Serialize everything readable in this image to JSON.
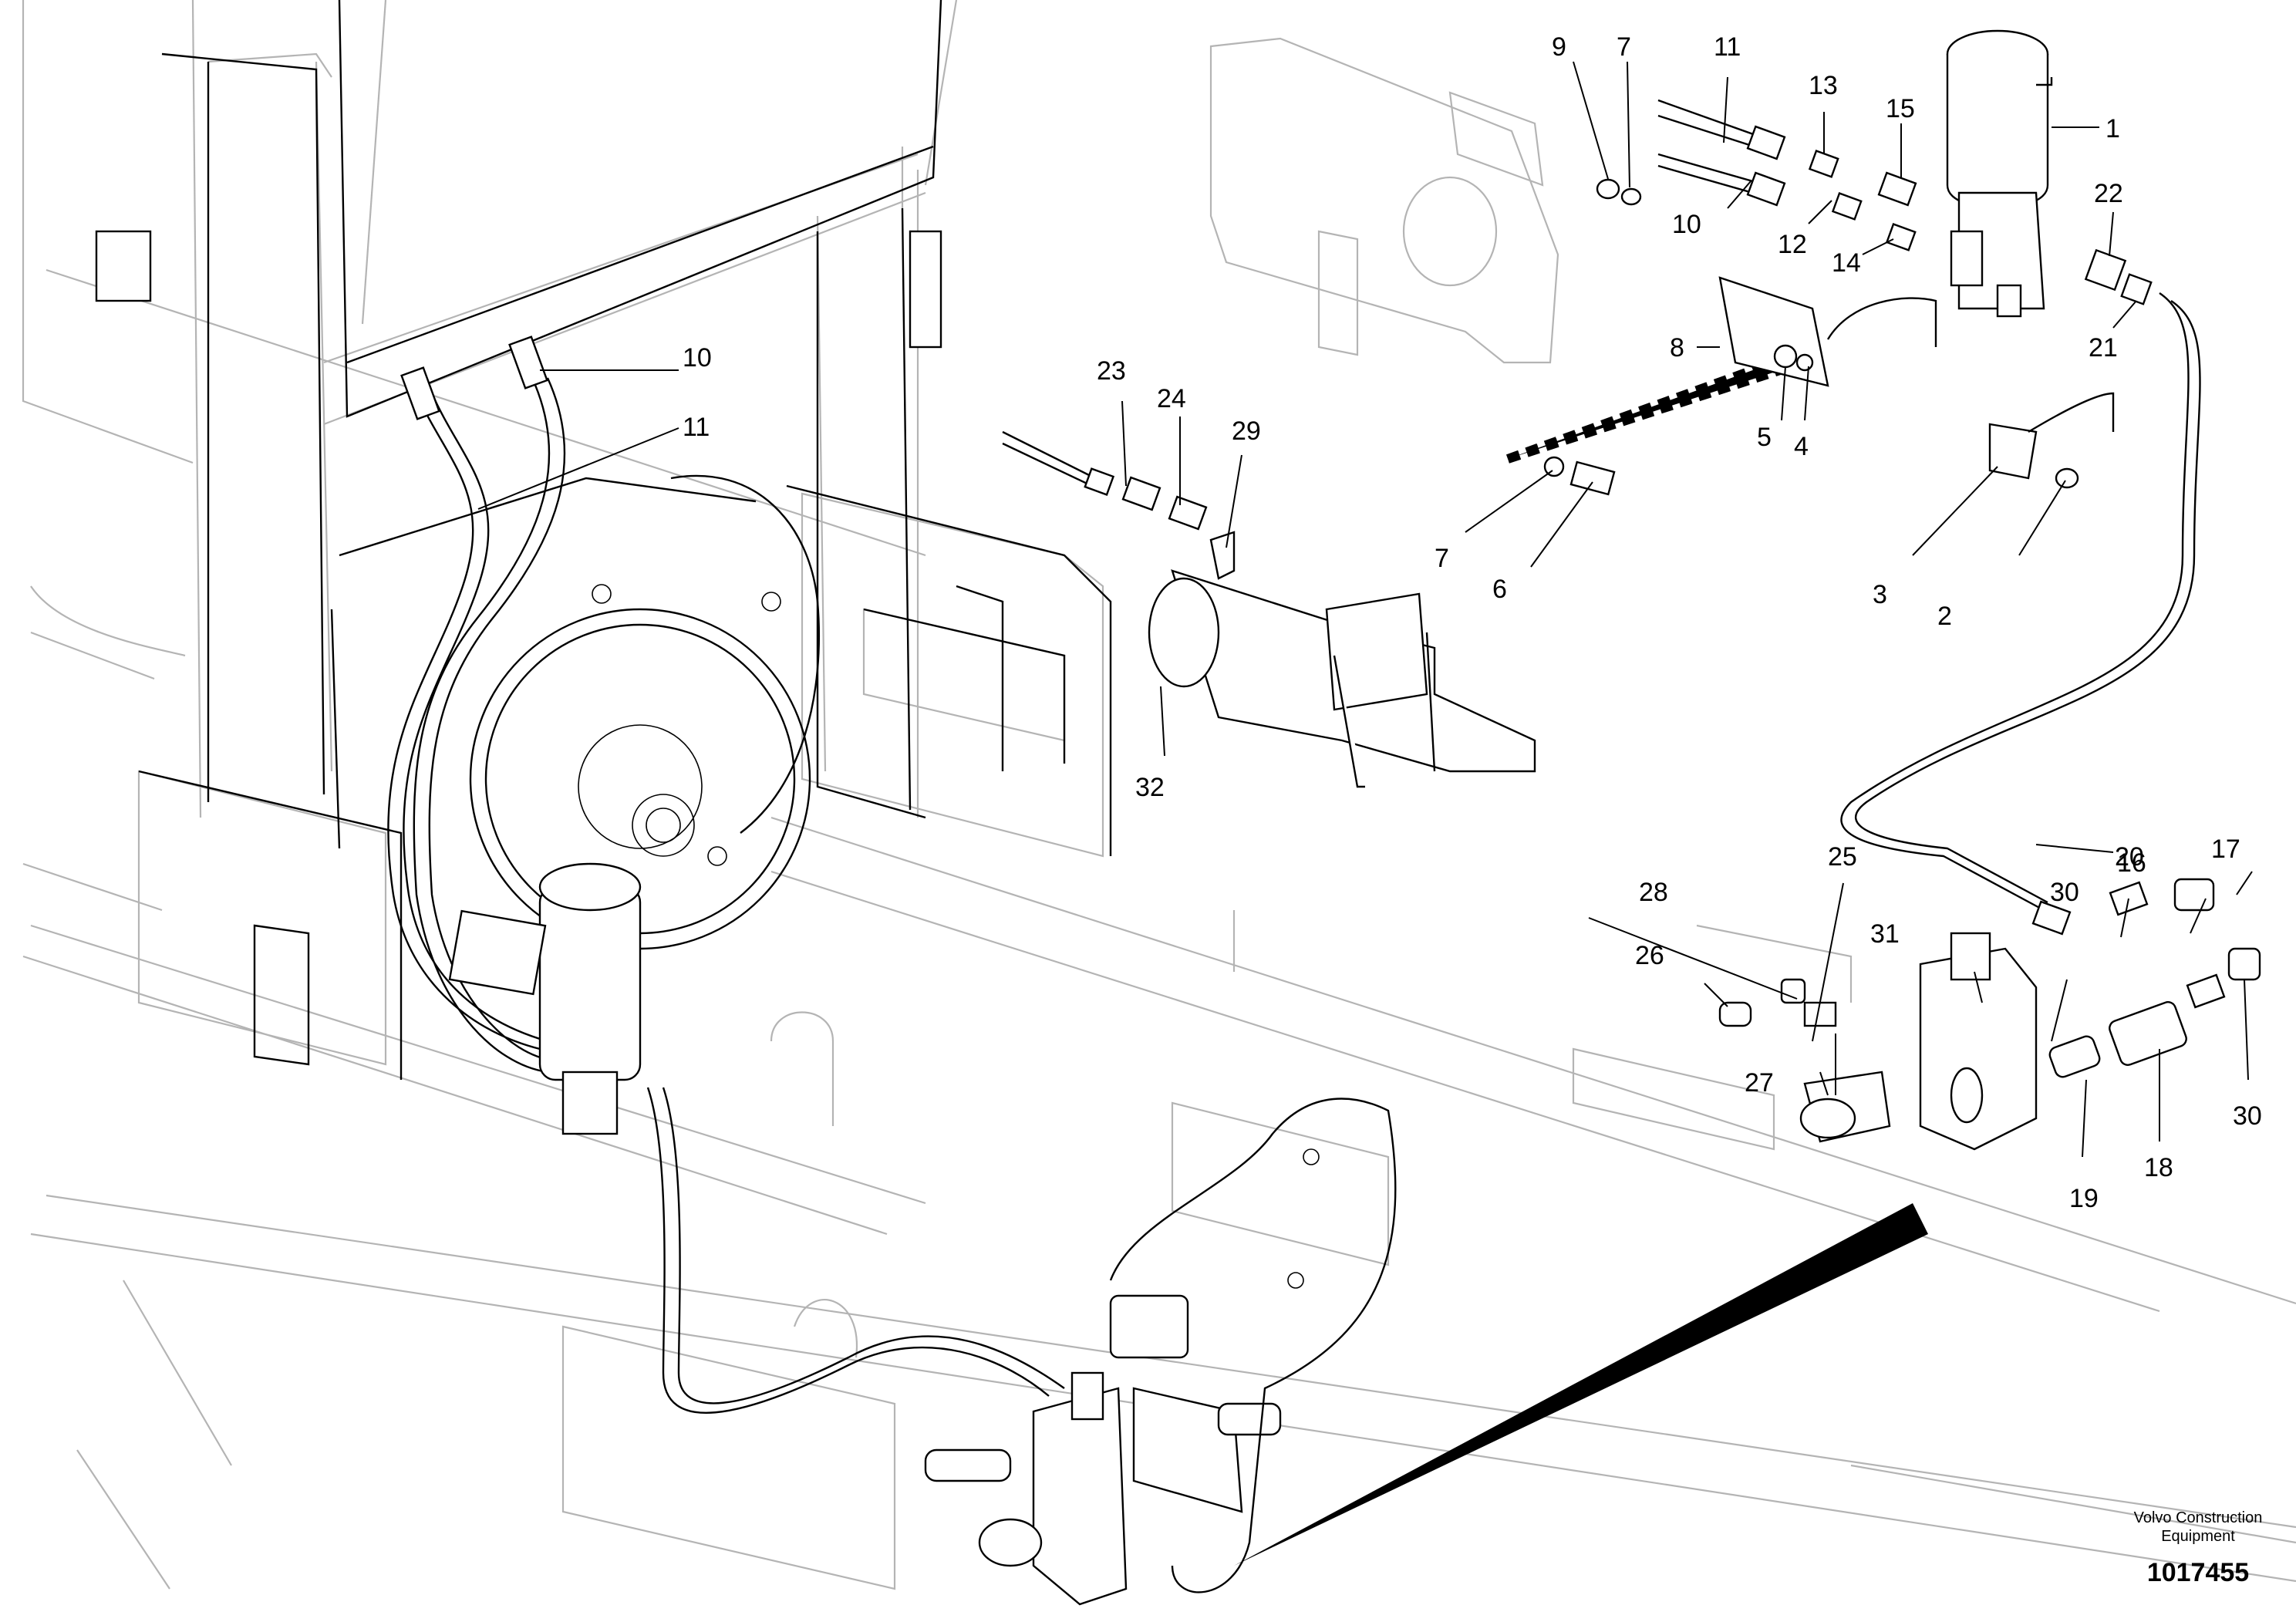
{
  "diagram": {
    "callouts": [
      "1",
      "2",
      "3",
      "4",
      "5",
      "6",
      "7",
      "8",
      "9",
      "10",
      "11",
      "12",
      "13",
      "14",
      "15",
      "16",
      "17",
      "18",
      "19",
      "20",
      "21",
      "22",
      "23",
      "24",
      "25",
      "26",
      "27",
      "28",
      "29",
      "30",
      "31",
      "32"
    ]
  },
  "footer": {
    "brand_line1": "Volvo Construction",
    "brand_line2": "Equipment",
    "doc_number": "1017455"
  }
}
